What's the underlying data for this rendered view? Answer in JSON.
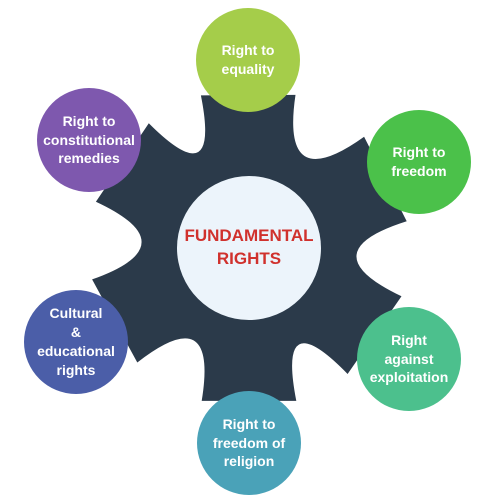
{
  "center": {
    "label": "FUNDAMENTAL\nRIGHTS",
    "text_color": "#d0312d",
    "fill": "#ecf4fb"
  },
  "hub_color": "#2b3a4a",
  "nodes": [
    {
      "id": "equality",
      "label": "Right to\nequality",
      "color": "#a5cd4a"
    },
    {
      "id": "freedom",
      "label": "Right to\nfreedom",
      "color": "#4bc14a"
    },
    {
      "id": "exploitation",
      "label": "Right\nagainst\nexploitation",
      "color": "#4cc08d"
    },
    {
      "id": "religion",
      "label": "Right to\nfreedom of\nreligion",
      "color": "#4aa2b8"
    },
    {
      "id": "cultural",
      "label": "Cultural\n&\neducational\nrights",
      "color": "#4b5ea8"
    },
    {
      "id": "remedies",
      "label": "Right to\nconstitutional\nremedies",
      "color": "#7e58ae"
    }
  ]
}
